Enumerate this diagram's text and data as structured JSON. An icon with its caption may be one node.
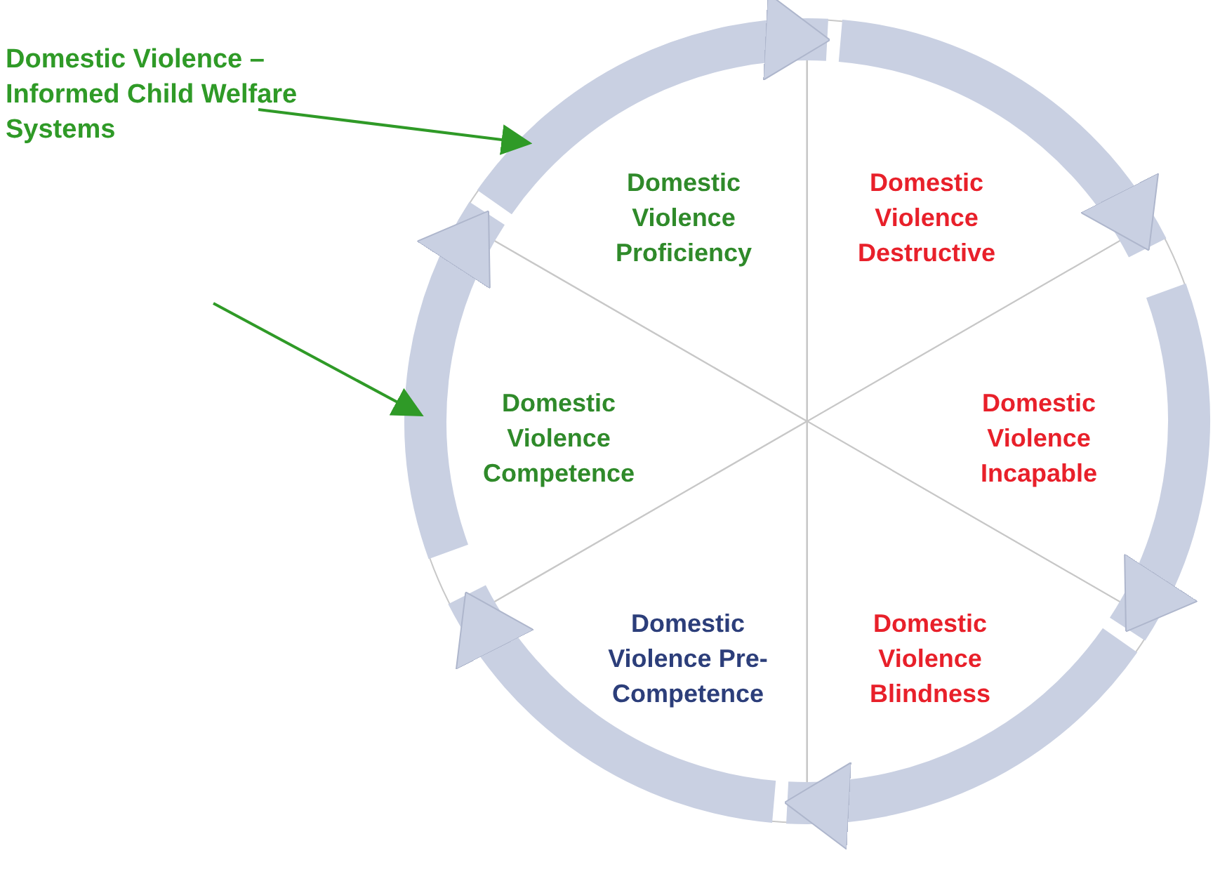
{
  "diagram": {
    "nodes": [
      {
        "text": [
          "Domestic Violence – Informed Child Welfare Systems"
        ]
      },
      {
        "text": [
          "Domestic Violence Proficiency"
        ]
      },
      {
        "text": [
          "Domestic Violence Destructive"
        ]
      },
      {
        "text": [
          "Domestic Violence Competence"
        ]
      },
      {
        "text": [
          "Domestic Violence Incapable"
        ]
      },
      {
        "text": [
          "Domestic Violence Pre-Competence"
        ]
      },
      {
        "text": [
          "Domestic Violence Blindness"
        ]
      }
    ],
    "edges": [
      {
        "from": 1,
        "to": 2,
        "arrow": "to"
      },
      {
        "from": 2,
        "to": 4,
        "arrow": "to"
      },
      {
        "from": 4,
        "to": 6,
        "arrow": "to"
      },
      {
        "from": 6,
        "to": 5,
        "arrow": "to"
      },
      {
        "from": 5,
        "to": 3,
        "arrow": "to"
      },
      {
        "from": 3,
        "to": 1,
        "arrow": "to"
      },
      {
        "from": 0,
        "to": 1,
        "arrow": "to",
        "color": "#2f9a27"
      },
      {
        "from": null,
        "to": 3,
        "arrow": "to",
        "color": "#2f9a27"
      }
    ]
  }
}
